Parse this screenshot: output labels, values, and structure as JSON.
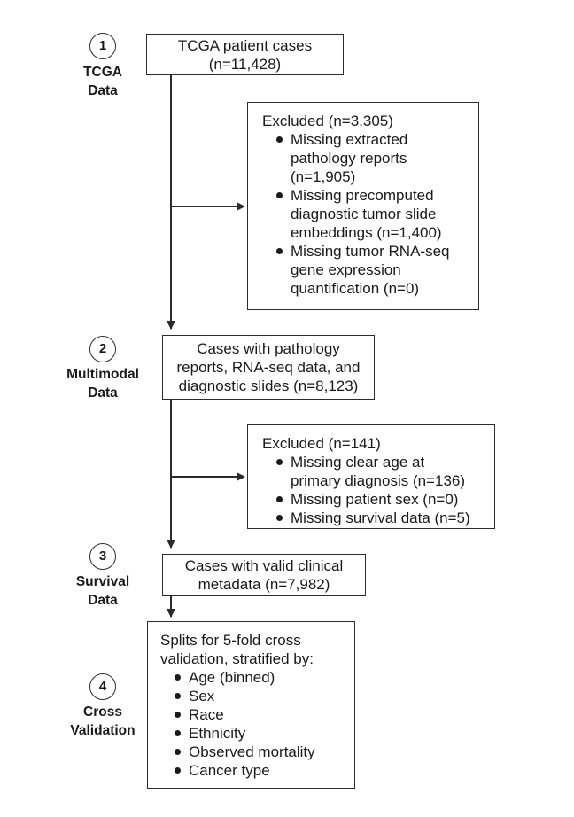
{
  "stages": [
    {
      "number": "1",
      "label": [
        "TCGA",
        "Data"
      ]
    },
    {
      "number": "2",
      "label": [
        "Multimodal",
        "Data"
      ]
    },
    {
      "number": "3",
      "label": [
        "Survival",
        "Data"
      ]
    },
    {
      "number": "4",
      "label": [
        "Cross",
        "Validation"
      ]
    }
  ],
  "boxes": {
    "tcga": {
      "lines": [
        "TCGA patient cases",
        "(n=11,428)"
      ]
    },
    "exclusion1": {
      "title": "Excluded (n=3,305)",
      "items": [
        [
          "Missing extracted",
          "pathology reports",
          "(n=1,905)"
        ],
        [
          "Missing precomputed",
          "diagnostic tumor slide",
          "embeddings (n=1,400)"
        ],
        [
          "Missing tumor RNA-seq",
          "gene expression",
          "quantification (n=0)"
        ]
      ]
    },
    "multimodal": {
      "lines": [
        "Cases with pathology",
        "reports, RNA-seq data, and",
        "diagnostic slides (n=8,123)"
      ]
    },
    "exclusion2": {
      "title": "Excluded (n=141)",
      "items": [
        [
          "Missing clear age at",
          "primary diagnosis (n=136)"
        ],
        [
          "Missing patient sex (n=0)"
        ],
        [
          "Missing survival data (n=5)"
        ]
      ]
    },
    "survival": {
      "lines": [
        "Cases with valid clinical",
        "metadata (n=7,982)"
      ]
    },
    "splits": {
      "title": [
        "Splits for 5-fold cross",
        "validation, stratified by:"
      ],
      "items": [
        "Age (binned)",
        "Sex",
        "Race",
        "Ethnicity",
        "Observed mortality",
        "Cancer type"
      ]
    }
  }
}
